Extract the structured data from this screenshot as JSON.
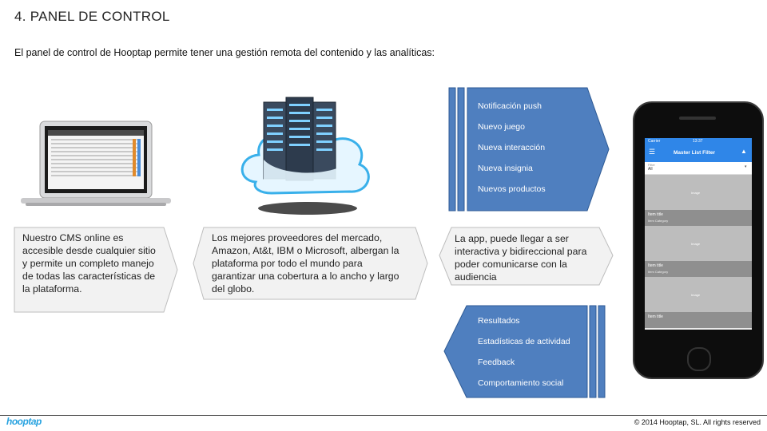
{
  "slide": {
    "title": "4. PANEL DE CONTROL",
    "subtitle": "El panel de control de Hooptap permite tener una gestión remota del contenido y las analíticas:"
  },
  "callouts": {
    "cms": "Nuestro CMS online es accesible desde  cualquier sitio y permite un  completo manejo de todas las características de la plataforma.",
    "providers": "Los mejores proveedores del mercado, Amazon, At&t, IBM o Microsoft, albergan la plataforma por todo el mundo para garantizar una cobertura a lo ancho y largo del globo.",
    "app": "La app, puede llegar a ser interactiva y bidireccional para poder comunicarse con la audiencia"
  },
  "push_list": {
    "items": [
      "Notificación push",
      "Nuevo juego",
      "Nueva interacción",
      "Nueva insignia",
      "Nuevos productos"
    ]
  },
  "analytics_list": {
    "items": [
      "Resultados",
      "Estadísticas de actividad",
      "Feedback",
      "Comportamiento social"
    ]
  },
  "phone": {
    "carrier": "Carrier",
    "time": "13:37",
    "header": "Master List Filter",
    "filter_label": "Filter",
    "filter_value": "All",
    "image_label": "Image",
    "item_title": "Item title",
    "item_category": "Item Category"
  },
  "footer": {
    "logo": "hooptap",
    "copyright": "© 2014  Hooptap, SL.  All rights reserved"
  },
  "colors": {
    "blue_panel": "#4f7fbf",
    "callout_fill": "#f2f2f2",
    "callout_border": "#bdbdbd",
    "logo": "#29a3e0"
  }
}
